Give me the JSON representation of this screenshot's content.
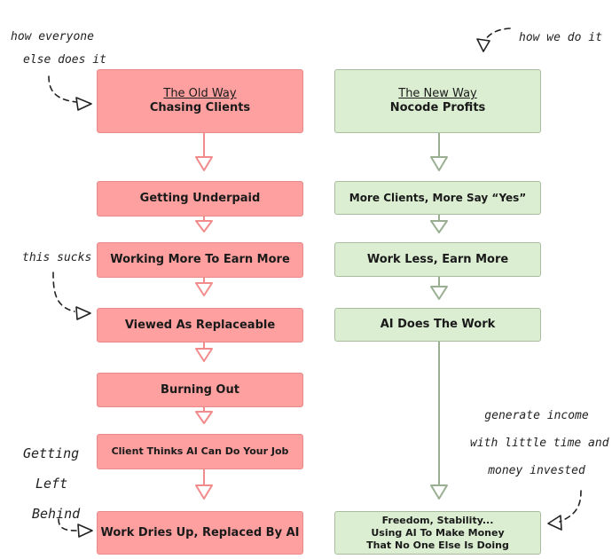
{
  "left_column": {
    "header_sub": "The Old Way",
    "header_title": "Chasing Clients",
    "steps": [
      "Getting Underpaid",
      "Working More To Earn More",
      "Viewed As Replaceable",
      "Burning Out",
      "Client Thinks AI Can Do Your Job",
      "Work Dries Up, Replaced By AI"
    ]
  },
  "right_column": {
    "header_sub": "The New Way",
    "header_title": "Nocode Profits",
    "steps": [
      "More Clients, More Say “Yes”",
      "Work Less, Earn More",
      "AI Does The Work"
    ],
    "final_lines": [
      "Freedom, Stability...",
      "Using AI To Make Money",
      "That No One Else Is Doing"
    ]
  },
  "annotations": {
    "everyone_else": [
      "how everyone",
      "else does it"
    ],
    "we_do_it": "how we do it",
    "this_sucks": "this sucks",
    "left_behind": [
      "Getting",
      "Left",
      "Behind"
    ],
    "generate_income": [
      "generate income",
      "with little time and",
      "money invested"
    ]
  },
  "colors": {
    "red_fill": "#fda09f",
    "red_border": "#e88a8a",
    "red_arrow": "#f28b8b",
    "green_fill": "#dbeed2",
    "green_border": "#a9bd9e",
    "green_arrow": "#9aaf92"
  }
}
